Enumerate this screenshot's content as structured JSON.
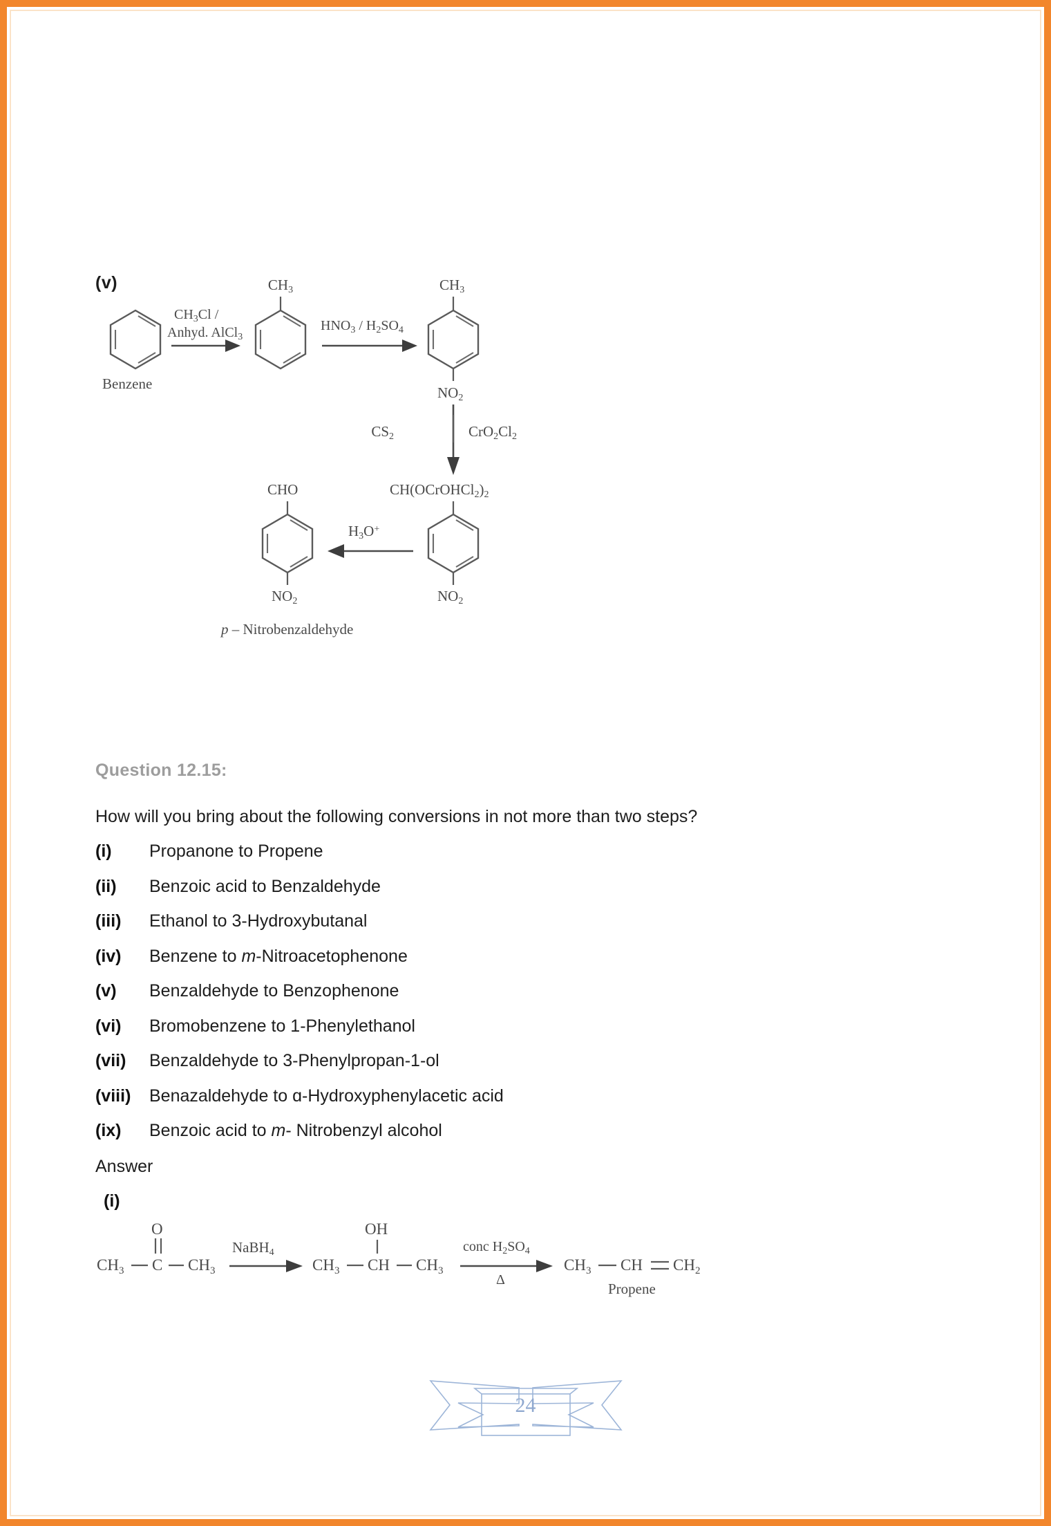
{
  "page": {
    "border_color": "#F2862C",
    "background": "#ffffff",
    "number": "24"
  },
  "scheme_v": {
    "label": "(v)",
    "reactant1_name": "Benzene",
    "step1_reagent_line1": "CH₃Cl /",
    "step1_reagent_line2": "Anhyd. AlCl₃",
    "product1_substituent": "CH₃",
    "step2_reagent": "HNO₃ / H₂SO₄",
    "product2_top": "CH₃",
    "product2_bottom": "NO₂",
    "step3_reagent_left": "CS₂",
    "step3_reagent_right": "CrO₂Cl₂",
    "product3_top": "CH(OCrOHCl₂)₂",
    "product3_bottom": "NO₂",
    "step4_reagent": "H₃O⁺",
    "product4_top": "CHO",
    "product4_bottom": "NO₂",
    "final_caption_italic": "p",
    "final_caption_rest": " – Nitrobenzaldehyde"
  },
  "question": {
    "heading": "Question 12.15:",
    "intro": "How will you bring about the following conversions in not more than two steps?",
    "items": [
      {
        "num": "(i)",
        "text": "Propanone to Propene"
      },
      {
        "num": "(ii)",
        "text": "Benzoic acid to Benzaldehyde"
      },
      {
        "num": "(iii)",
        "text": "Ethanol to 3-Hydroxybutanal"
      },
      {
        "num": "(iv)",
        "pre": "Benzene to ",
        "em": "m",
        "post": "-Nitroacetophenone"
      },
      {
        "num": "(v)",
        "text": "Benzaldehyde to Benzophenone"
      },
      {
        "num": "(vi)",
        "text": "Bromobenzene to 1-Phenylethanol"
      },
      {
        "num": "(vii)",
        "text": "Benzaldehyde to 3-Phenylpropan-1-ol"
      },
      {
        "num": "(viii)",
        "text": "Benazaldehyde to ɑ-Hydroxyphenylacetic acid"
      },
      {
        "num": "(ix)",
        "pre": "Benzoic acid to ",
        "em": "m",
        "post": "- Nitrobenzyl alcohol"
      }
    ]
  },
  "answer": {
    "heading": "Answer",
    "sub_label": "(i)",
    "scheme": {
      "r1_left": "CH₃",
      "r1_center": "C",
      "r1_right": "CH₃",
      "r1_carbonyl": "O",
      "reagent1": "NaBH₄",
      "r2_left": "CH₃",
      "r2_center": "CH",
      "r2_right": "CH₃",
      "r2_hydroxyl": "OH",
      "reagent2_top": "conc H₂SO₄",
      "reagent2_bottom": "Δ",
      "product_left": "CH₃",
      "product_mid": "CH",
      "product_right": "CH₂",
      "product_name": "Propene"
    }
  }
}
